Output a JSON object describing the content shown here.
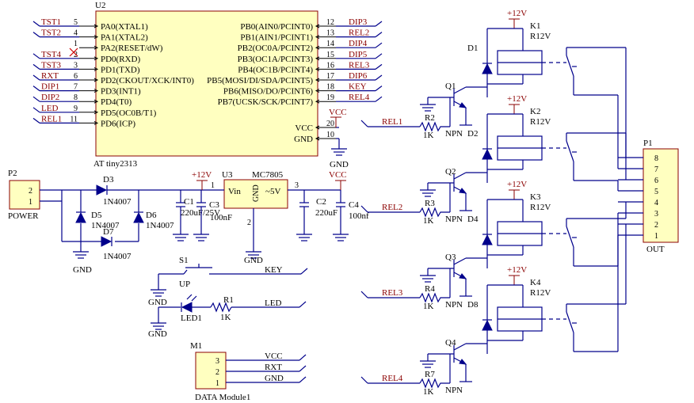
{
  "u2": {
    "ref": "U2",
    "part": "AT tiny2313",
    "left_pins": [
      {
        "num": "5",
        "name": "PA0(XTAL1)",
        "net": "TST1"
      },
      {
        "num": "4",
        "name": "PA1(XTAL2)",
        "net": "TST2"
      },
      {
        "num": "1",
        "name": "PA2(RESET/dW)",
        "net": ""
      },
      {
        "num": "2",
        "name": "PD0(RXD)",
        "net": "TST4"
      },
      {
        "num": "3",
        "name": "PD1(TXD)",
        "net": "TST3"
      },
      {
        "num": "6",
        "name": "PD2(CKOUT/XCK/INT0)",
        "net": "RXT"
      },
      {
        "num": "7",
        "name": "PD3(INT1)",
        "net": "DIP1"
      },
      {
        "num": "8",
        "name": "PD4(T0)",
        "net": "DIP2"
      },
      {
        "num": "9",
        "name": "PD5(OC0B/T1)",
        "net": "LED"
      },
      {
        "num": "11",
        "name": "PD6(ICP)",
        "net": "REL1"
      }
    ],
    "right_pins": [
      {
        "num": "12",
        "name": "PB0(AIN0/PCINT0)",
        "net": "DIP3"
      },
      {
        "num": "13",
        "name": "PB1(AIN1/PCINT1)",
        "net": "REL2"
      },
      {
        "num": "14",
        "name": "PB2(OC0A/PCINT2)",
        "net": "DIP4"
      },
      {
        "num": "15",
        "name": "PB3(OC1A/PCINT3)",
        "net": "DIP5"
      },
      {
        "num": "16",
        "name": "PB4(OC1B/PCINT4)",
        "net": "REL3"
      },
      {
        "num": "17",
        "name": "PB5(MOSI/DI/SDA/PCINT5)",
        "net": "DIP6"
      },
      {
        "num": "18",
        "name": "PB6(MISO/DO/PCINT6)",
        "net": "KEY"
      },
      {
        "num": "19",
        "name": "PB7(UCSK/SCK/PCINT7)",
        "net": "REL4"
      },
      {
        "num": "20",
        "name": "VCC",
        "net": "VCC"
      },
      {
        "num": "10",
        "name": "GND",
        "net": "GND"
      }
    ]
  },
  "power": {
    "p2_ref": "P2",
    "p2_label": "POWER",
    "p2_pin2": "2",
    "p2_pin1": "1",
    "d3": "D3",
    "d3v": "1N4007",
    "d5": "D5",
    "d5v": "1N4007",
    "d6": "D6",
    "d6v": "1N4007",
    "d7": "D7",
    "d7v": "1N4007",
    "gnd": "GND",
    "plus12": "+12V",
    "c1": "C1",
    "c1v": "220uF/25V",
    "c3": "C3",
    "c3v": "100nF",
    "u3": "U3",
    "u3part": "MC7805",
    "vin": "Vin",
    "vgnd": "GND",
    "vout": "~5V",
    "pin1": "1",
    "pin2": "2",
    "pin3": "3",
    "c2": "C2",
    "c2v": "220uF",
    "c4": "C4",
    "c4v": "100nf",
    "vcc": "VCC",
    "gnd2": "GND",
    "gnd3": "GND"
  },
  "io": {
    "s1": "S1",
    "up": "UP",
    "key": "KEY",
    "gnd_a": "GND",
    "gnd_b": "GND",
    "led1": "LED1",
    "r1": "R1",
    "r1v": "1K",
    "led": "LED",
    "m1": "M1",
    "m1pins": [
      "3",
      "2",
      "1"
    ],
    "m1nets": [
      "VCC",
      "RXT",
      "GND"
    ],
    "m1label": "DATA Module1"
  },
  "relays": [
    {
      "k": "K1",
      "kv": "R12V",
      "d": "D1",
      "q": "Q1",
      "r": "R2",
      "rv": "1K",
      "net": "REL1",
      "plus": "+12V",
      "npn": "NPN"
    },
    {
      "k": "K2",
      "kv": "R12V",
      "d": "D2",
      "q": "Q2",
      "r": "R3",
      "rv": "1K",
      "net": "REL2",
      "plus": "+12V",
      "npn": "NPN"
    },
    {
      "k": "K3",
      "kv": "R12V",
      "d": "D4",
      "q": "Q3",
      "r": "R4",
      "rv": "1K",
      "net": "REL3",
      "plus": "+12V",
      "npn": "NPN"
    },
    {
      "k": "K4",
      "kv": "R12V",
      "d": "D8",
      "q": "Q4",
      "r": "R7",
      "rv": "1K",
      "net": "REL4",
      "plus": "+12V",
      "npn": "NPN"
    }
  ],
  "p1": {
    "ref": "P1",
    "label": "OUT",
    "pins": [
      "8",
      "7",
      "6",
      "5",
      "4",
      "3",
      "2",
      "1"
    ]
  }
}
